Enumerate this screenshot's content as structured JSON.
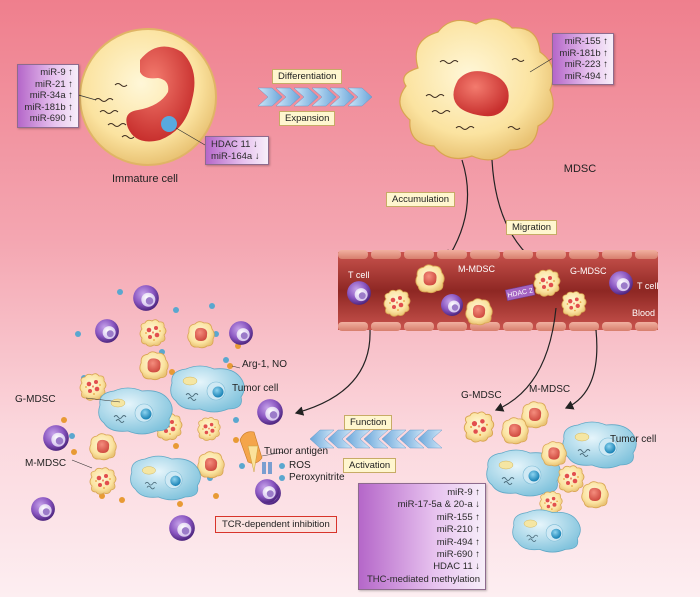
{
  "immature_cell": {
    "label": "Immature cell",
    "mirnas": [
      "miR-9 ↑",
      "miR-21 ↑",
      "miR-34a ↑",
      "miR-181b ↑",
      "miR-690 ↑"
    ],
    "nucleus_factors": [
      "HDAC 11 ↓",
      "miR-164a ↓"
    ]
  },
  "transition": {
    "top": "Differentiation",
    "bottom": "Expansion"
  },
  "mdsc": {
    "label": "MDSC",
    "mirnas": [
      "miR-155 ↑",
      "miR-181b ↑",
      "miR-223 ↑",
      "miR-494 ↑"
    ]
  },
  "paths": {
    "accumulation": "Accumulation",
    "migration": "Migration"
  },
  "vessel": {
    "t_cell_left": "T cell",
    "m_mdsc": "M-MDSC",
    "g_mdsc": "G-MDSC",
    "t_cell_right": "T cell",
    "hdac": "HDAC 2",
    "blood": "Blood"
  },
  "left_cluster": {
    "g_mdsc": "G-MDSC",
    "m_mdsc": "M-MDSC",
    "arg": "Arg-1, NO",
    "tumor_cell": "Tumor cell",
    "tumor_antigen": "Tumor antigen",
    "ros": "ROS",
    "peroxynitrite": "Peroxynitrite",
    "tcr": "TCR-dependent inhibition"
  },
  "middle_arrow": {
    "top": "Function",
    "bottom": "Activation"
  },
  "right_cluster": {
    "g_mdsc": "G-MDSC",
    "m_mdsc": "M-MDSC",
    "tumor_cell": "Tumor cell"
  },
  "bottom_box": [
    "miR-9 ↑",
    "miR-17-5a & 20-a ↓",
    "miR-155 ↑",
    "miR-210 ↑",
    "miR-494 ↑",
    "miR-690 ↑",
    "HDAC 11 ↓",
    "THC-mediated methylation"
  ],
  "colors": {
    "background_top": "#ef7f8d",
    "cell_cytoplasm": "#fbe6a8",
    "nucleus": "#e24e4e",
    "t_cell": "#7e4fb5",
    "tumor_cell": "#a9d8ea",
    "vessel": "#9a2c28",
    "box_accent": "#b567c9"
  }
}
